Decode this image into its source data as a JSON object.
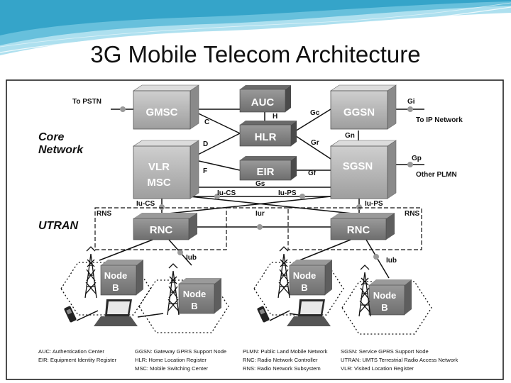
{
  "title": "3G Mobile Telecom Architecture",
  "colors": {
    "banner": "#4fb6d6",
    "box_light": "#bdbdbd",
    "box_dark": "#8f8f8f"
  },
  "sections": {
    "core": [
      "Core",
      "Network"
    ],
    "utran": "UTRAN"
  },
  "nodes": {
    "gmsc": "GMSC",
    "auc": "AUC",
    "hlr": "HLR",
    "eir": "EIR",
    "ggsn": "GGSN",
    "sgsn": "SGSN",
    "vlr_msc": [
      "VLR",
      "MSC"
    ],
    "rnc_left": "RNC",
    "rnc_right": "RNC",
    "node_b": [
      "Node",
      "B"
    ]
  },
  "interfaces": {
    "to_pstn": "To PSTN",
    "gi": "Gi",
    "to_ip": "To IP Network",
    "gc": "Gc",
    "h": "H",
    "c": "C",
    "gn": "Gn",
    "d": "D",
    "gr": "Gr",
    "gp": "Gp",
    "f": "F",
    "gf": "Gf",
    "other_plmn": "Other PLMN",
    "gs": "Gs",
    "iu_cs": "Iu-CS",
    "iu_ps": "Iu-PS",
    "iur": "Iur",
    "rns": "RNS",
    "iub": "Iub"
  },
  "legend": [
    [
      "AUC: Authentication Center",
      "EIR: Equipment Identity Register"
    ],
    [
      "GGSN: Gateway GPRS Support Node",
      "HLR: Home Location Register",
      "MSC: Mobile Switching Center"
    ],
    [
      "PLMN: Public Land Mobile Network",
      "RNC: Radio Network Controller",
      "RNS: Radio Network Subsystem"
    ],
    [
      "SGSN: Service GPRS Support Node",
      "UTRAN: UMTS Terrestrial Radio Access Network",
      "VLR: Visited Location Register"
    ]
  ]
}
